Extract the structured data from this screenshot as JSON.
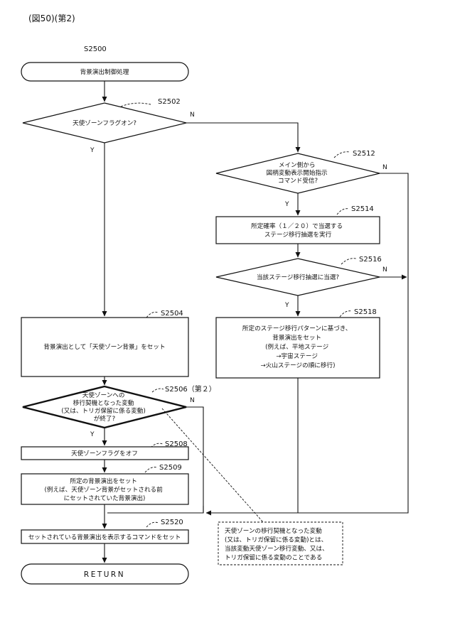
{
  "figure_title": "(図50)(第2)",
  "start_label": "S2500",
  "start_text": "背景演出制御処理",
  "steps": {
    "s2502": {
      "label": "S2502",
      "text": [
        "天使ゾーンフラグオン?"
      ]
    },
    "s2504": {
      "label": "S2504",
      "text": [
        "背景演出として「天使ゾーン背景」をセット"
      ]
    },
    "s2506": {
      "label": "S2506（第２）",
      "text": [
        "天使ゾーンへの",
        "移行契機となった変動",
        "(又は、トリガ保留に係る変動)",
        "が終了?"
      ]
    },
    "s2508": {
      "label": "S2508",
      "text": [
        "天使ゾーンフラグをオフ"
      ]
    },
    "s2509": {
      "label": "S2509",
      "text": [
        "所定の背景演出をセット",
        "(例えば、天使ゾーン背景がセットされる前",
        "にセットされていた背景演出)"
      ]
    },
    "s2512": {
      "label": "S2512",
      "text": [
        "メイン側から",
        "図柄変動表示開始指示",
        "コマンド受信?"
      ]
    },
    "s2514": {
      "label": "S2514",
      "text": [
        "所定確率（１／２０）で当選する",
        "ステージ移行抽選を実行"
      ]
    },
    "s2516": {
      "label": "S2516",
      "text": [
        "当該ステージ移行抽選に当選?"
      ]
    },
    "s2518": {
      "label": "S2518",
      "text": [
        "所定のステージ移行パターンに基づき、",
        "背景演出をセット",
        "(例えば、平地ステージ",
        "→宇宙ステージ",
        "→火山ステージの順に移行)"
      ]
    },
    "s2520": {
      "label": "S2520",
      "text": [
        "セットされている背景演出を表示するコマンドをセット"
      ]
    }
  },
  "end_text": "RETURN",
  "note_text": [
    "天使ゾーンの移行契機となった変動",
    "(又は、トリガ保留に係る変動)とは、",
    "当該変動天使ゾーン移行変動、又は、",
    "トリガ保留に係る変動のことである"
  ],
  "yes": "Y",
  "no": "N"
}
